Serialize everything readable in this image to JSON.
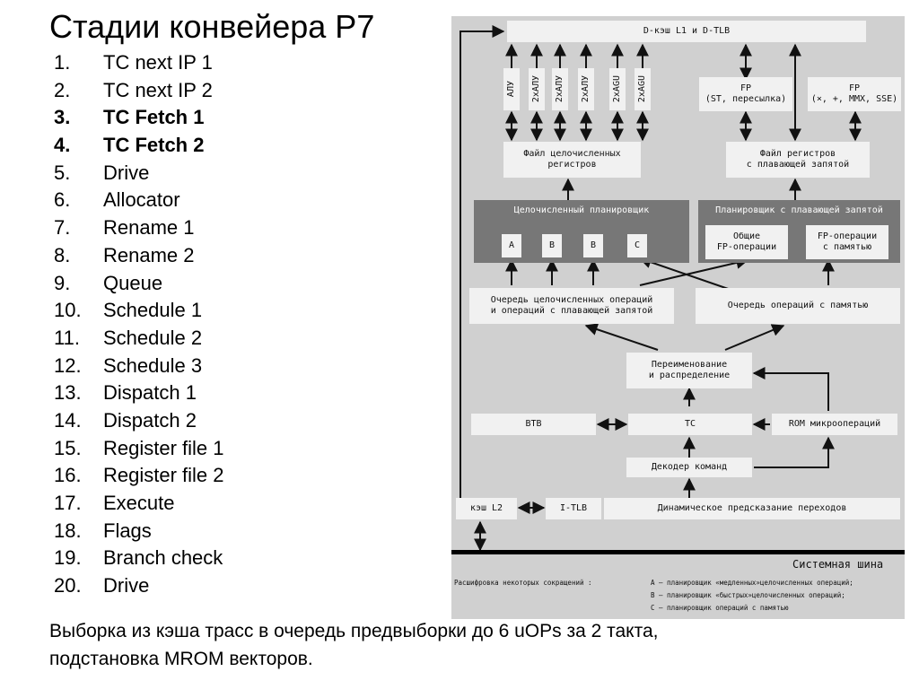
{
  "title": "Стадии конвейера P7",
  "stages": [
    {
      "num": "1.",
      "label": "TC next IP 1",
      "bold": false
    },
    {
      "num": "2.",
      "label": "TC next IP 2",
      "bold": false
    },
    {
      "num": "3.",
      "label": "TC Fetch 1",
      "bold": true
    },
    {
      "num": "4.",
      "label": "TC Fetch 2",
      "bold": true
    },
    {
      "num": "5.",
      "label": "Drive",
      "bold": false
    },
    {
      "num": "6.",
      "label": "Allocator",
      "bold": false
    },
    {
      "num": "7.",
      "label": "Rename 1",
      "bold": false
    },
    {
      "num": "8.",
      "label": "Rename 2",
      "bold": false
    },
    {
      "num": "9.",
      "label": "Queue",
      "bold": false
    },
    {
      "num": "10.",
      "label": "Schedule 1",
      "bold": false
    },
    {
      "num": "11.",
      "label": "Schedule 2",
      "bold": false
    },
    {
      "num": "12.",
      "label": "Schedule 3",
      "bold": false
    },
    {
      "num": "13.",
      "label": "Dispatch 1",
      "bold": false
    },
    {
      "num": "14.",
      "label": "Dispatch 2",
      "bold": false
    },
    {
      "num": "15.",
      "label": "Register file 1",
      "bold": false
    },
    {
      "num": "16.",
      "label": "Register file 2",
      "bold": false
    },
    {
      "num": "17.",
      "label": "Execute",
      "bold": false
    },
    {
      "num": "18.",
      "label": "Flags",
      "bold": false
    },
    {
      "num": "19.",
      "label": "Branch check",
      "bold": false
    },
    {
      "num": "20.",
      "label": "Drive",
      "bold": false
    }
  ],
  "footer": {
    "line1": "Выборка из кэша трасс в очередь предвыборки до 6 uOPs за 2 такта,",
    "line2": "подстановка MROM векторов."
  },
  "diagram": {
    "dcache": "D-кэш L1 и D-TLB",
    "alu_units": [
      "АЛУ",
      "2хАЛУ",
      "2хАЛУ",
      "2хАЛУ",
      "2хAGU",
      "2хAGU"
    ],
    "fp_st": [
      "FP",
      "(ST, пересылка)"
    ],
    "fp_mmx": [
      "FP",
      "(×, +, MMX, SSE)"
    ],
    "int_regfile": [
      "Файл целочисленных",
      "регистров"
    ],
    "fp_regfile": [
      "Файл регистров",
      "с плавающей запятой"
    ],
    "int_scheduler": {
      "title": "Целочисленный планировщик",
      "units": [
        "A",
        "B",
        "B",
        "C"
      ]
    },
    "fp_scheduler": {
      "title": "Планировщик с плавающей запятой",
      "units": [
        [
          "Общие",
          "FP-операции"
        ],
        [
          "FP-операции",
          "с памятью"
        ]
      ]
    },
    "int_queue": [
      "Очередь целочисленных операций",
      "и операций с плавающей запятой"
    ],
    "mem_queue": "Очередь операций с памятью",
    "rename": [
      "Переименование",
      "и распределение"
    ],
    "btb": "BTB",
    "tc": "TC",
    "rom": "ROM микроопераций",
    "decoder": "Декодер команд",
    "l2": "кэш L2",
    "itlb": "I-TLB",
    "branch_pred": "Динамическое предсказание переходов",
    "system_bus": "Системная шина",
    "legend_title": "Расшифровка некоторых сокращений :",
    "legend": [
      "A — планировщик «медленных»целочисленных операций;",
      "B — планировщик «быстрых»целочисленных операций;",
      "C — планировщик операций с памятью"
    ]
  }
}
